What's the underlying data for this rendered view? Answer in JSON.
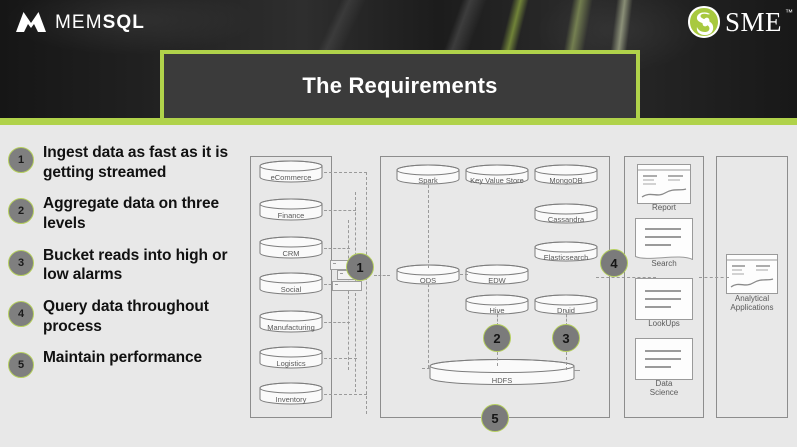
{
  "header": {
    "brand_left": {
      "name_light": "MEM",
      "name_bold": "SQL",
      "icon": "memsql-mountain-icon"
    },
    "brand_right": {
      "text": "SME",
      "trademark": "™",
      "icon": "sme-swirl-icon"
    }
  },
  "title": {
    "text": "The Requirements"
  },
  "colors": {
    "accent_green": "#b0d24a",
    "title_bg": "#3b3b3b",
    "page_bg": "#e8e8e8",
    "badge_gray": "#7f7f7f"
  },
  "requirements": [
    {
      "num": "1",
      "text": "Ingest data as fast as it is getting streamed"
    },
    {
      "num": "2",
      "text": "Aggregate data on three levels"
    },
    {
      "num": "3",
      "text": "Bucket reads into high or low alarms"
    },
    {
      "num": "4",
      "text": "Query data throughout process"
    },
    {
      "num": "5",
      "text": "Maintain performance"
    }
  ],
  "diagram": {
    "sources": [
      {
        "label": "eCommerce"
      },
      {
        "label": "Finance"
      },
      {
        "label": "CRM"
      },
      {
        "label": "Social"
      },
      {
        "label": "Manufacturing"
      },
      {
        "label": "Logistics"
      },
      {
        "label": "Inventory"
      }
    ],
    "platform": [
      {
        "label": "Spark"
      },
      {
        "label": "Key Value Store"
      },
      {
        "label": "MongoDB"
      },
      {
        "label": "Cassandra"
      },
      {
        "label": "Elasticsearch"
      },
      {
        "label": "ODS"
      },
      {
        "label": "EDW"
      },
      {
        "label": "Hive"
      },
      {
        "label": "Druid"
      },
      {
        "label": "HDFS"
      }
    ],
    "consumers": [
      {
        "label": "Report"
      },
      {
        "label": "Search"
      },
      {
        "label": "LookUps"
      },
      {
        "label": "Data Science"
      }
    ],
    "applications": [
      {
        "label": "Analytical Applications"
      }
    ],
    "markers": [
      {
        "num": "1"
      },
      {
        "num": "2"
      },
      {
        "num": "3"
      },
      {
        "num": "4"
      },
      {
        "num": "5"
      }
    ],
    "stream_icon": "message-stack-icon"
  }
}
